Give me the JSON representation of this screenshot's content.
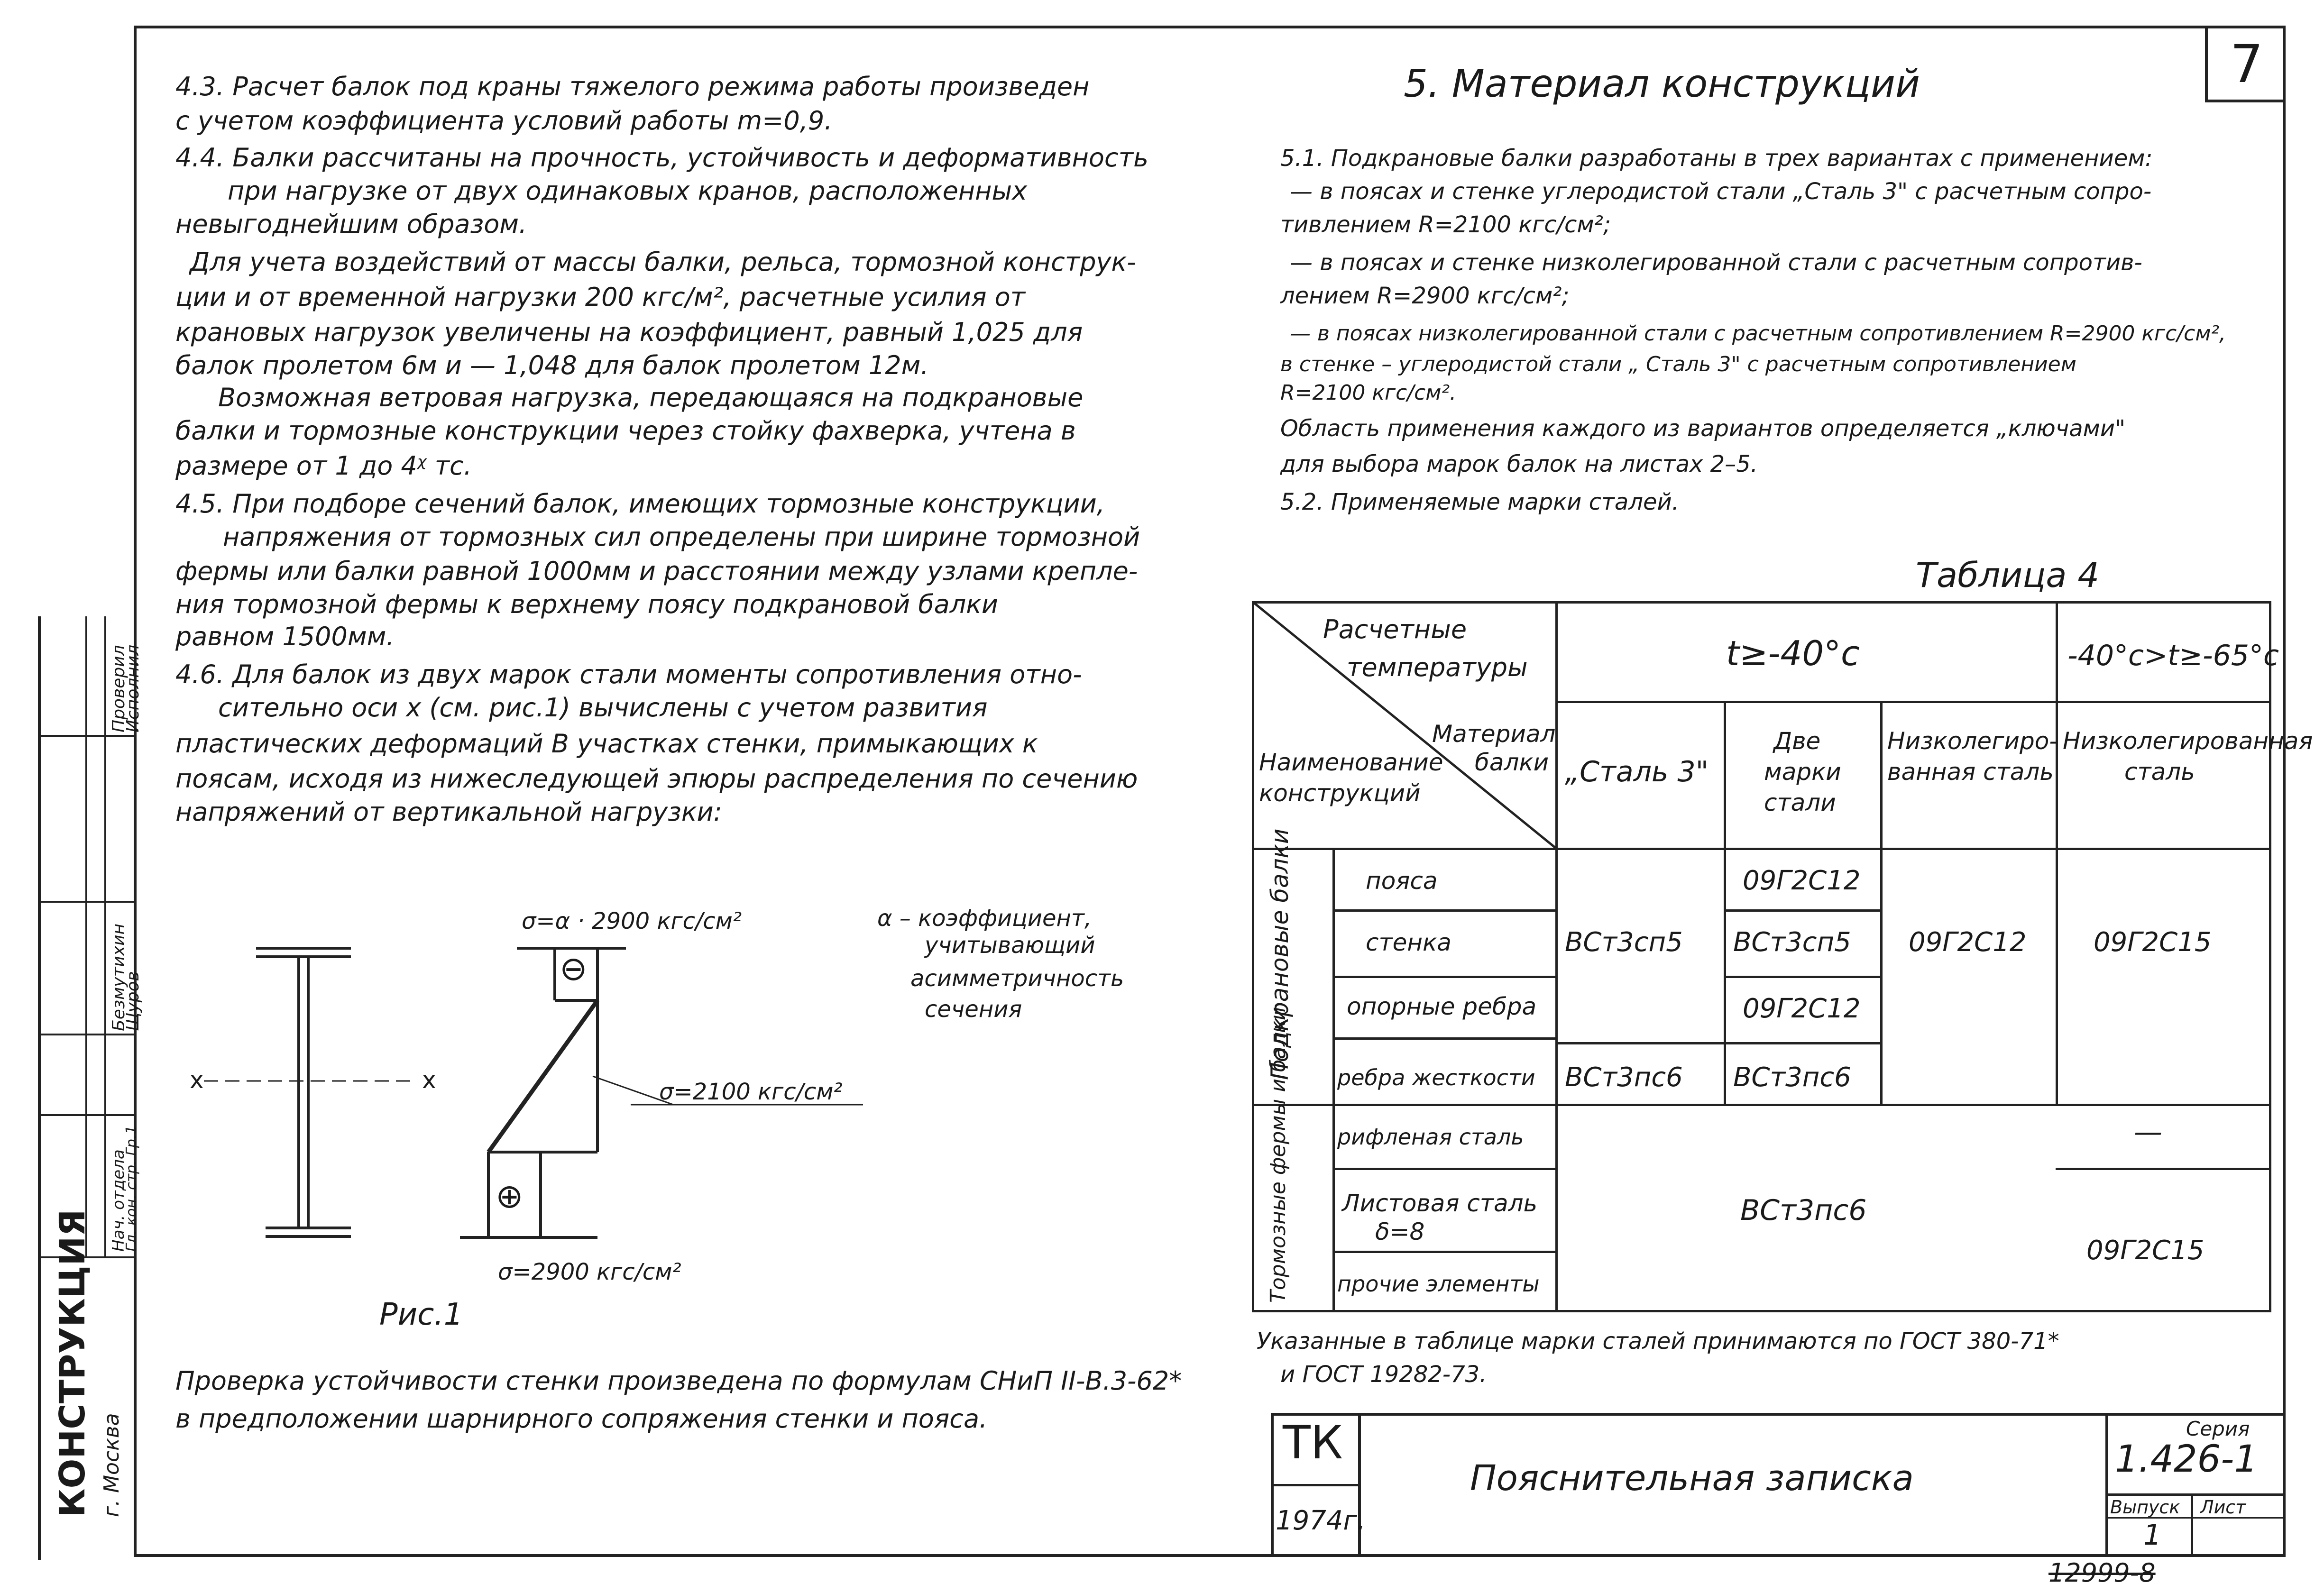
{
  "page_number": "7",
  "left_text": {
    "p43_l1": "4.3. Расчет  балок  под краны  тяжелого режима работы  произведен",
    "p43_l2": "с  учетом     коэффициента      условий  работы  m=0,9.",
    "p44_l1": "4.4. Балки    рассчитаны    на прочность, устойчивость  и деформативность",
    "p44_l2": "при нагрузке    от двух    одинаковых    кранов, расположенных",
    "p44_l3": "невыгоднейшим    образом.",
    "p44_l4": "Для  учета  воздействий   от массы  балки, рельса, тормозной конструк-",
    "p44_l5": "ции  и от  временной          нагрузки    200 кгс/м², расчетные  усилия  от",
    "p44_l6": "крановых    нагрузок     увеличены    на коэффициент,  равный  1,025  для",
    "p44_l7": "балок      пролетом   6м   и  — 1,048  для  балок   пролетом  12м.",
    "p44_l8": "Возможная      ветровая     нагрузка, передающаяся  на подкрановые",
    "p44_l9": "балки  и тормозные      конструкции     через  стойку  фахверка, учтена в",
    "p44_l10": "размере  от 1 до 4ᵡ тс.",
    "p45_l1": "4.5.  При  подборе    сечений   балок,  имеющих  тормозные  конструкции,",
    "p45_l2": "напряжения     от тормозных    сил  определены  при ширине  тормозной",
    "p45_l3": "фермы  или балки  равной  1000мм  и  расстоянии  между  узлами  крепле-",
    "p45_l4": "ния    тормозной      фермы   к верхнему  поясу  подкрановой  балки",
    "p45_l5": "равном  1500мм.",
    "p46_l1": "4.6. Для  балок   из двух   марок   стали   моменты  сопротивления  отно-",
    "p46_l2": "сительно   оси x  (см. рис.1)   вычислены     с учетом  развития",
    "p46_l3": "пластических    деформаций    В участках   стенки, примыкающих  к",
    "p46_l4": "поясам, исходя   из нижеследующей    эпюры  распределения  по сечению",
    "p46_l5": "напряжений      от вертикальной    нагрузки:",
    "check_l1": "Проверка    устойчивости  стенки  произведена  по формулам  СНиП II-В.3-62*",
    "check_l2": "в предположении  шарнирного   сопряжения  стенки  и пояса."
  },
  "figure": {
    "sigma_top": "σ=α · 2900 кгс/см²",
    "sigma_mid": "σ=2100 кгс/см²",
    "sigma_bot": "σ=2900 кгс/см²",
    "minus_sign": "⊖",
    "plus_sign": "⊕",
    "axis_left": "x",
    "axis_right": "x",
    "caption": "Рис.1",
    "alpha_l1": "α – коэффициент,",
    "alpha_l2": "учитывающий",
    "alpha_l3": "асимметричность",
    "alpha_l4": "сечения"
  },
  "right_text": {
    "section_title": "5. Материал      конструкций",
    "p51_l1": "5.1.   Подкрановые  балки  разработаны  в трех вариантах с применением:",
    "p51_l2": "— в поясах   и стенке  углеродистой стали „Сталь 3\" с расчетным сопро-",
    "p51_l3": "тивлением     R=2100 кгс/см²;",
    "p51_l4": "— в поясах  и стенке    низколегированной  стали с расчетным  сопротив-",
    "p51_l5": "лением    R=2900 кгс/см²;",
    "p51_l6": "— в поясах   низколегированной   стали  с расчетным сопротивлением R=2900 кгс/см²,",
    "p51_l7": "в стенке –  углеродистой    стали   „ Сталь 3\"   с расчетным сопротивлением",
    "p51_l8": "R=2100 кгс/см².",
    "p51_l9": "Область     применения      каждого  из вариантов   определяется „ключами\"",
    "p51_l10": "для  выбора   марок   балок   на листах 2–5.",
    "p52": "5.2.  Применяемые    марки сталей.",
    "table_caption": "Таблица 4",
    "note_l1": "Указанные    в таблице     марки   сталей    принимаются  по ГОСТ 380-71*",
    "note_l2": "и ГОСТ 19282-73."
  },
  "table": {
    "hdr_temp_l1": "Расчетные",
    "hdr_temp_l2": "температуры",
    "hdr_t1": "t≥-40°c",
    "hdr_t2": "-40°c>t≥-65°c",
    "hdr_mat_l1": "Материал",
    "hdr_mat_l2": "балки",
    "hdr_name_l1": "Наименование",
    "hdr_name_l2": "конструкций",
    "col_st3": "„Сталь 3\"",
    "col_two_l1": "Две",
    "col_two_l2": "марки",
    "col_two_l3": "стали",
    "col_low_l1": "Низколегиро-",
    "col_low_l2": "ванная сталь",
    "col_low2_l1": "Низколегированная",
    "col_low2_l2": "сталь",
    "grp1": "Подкрановые балки",
    "grp2": "Тормозные фермы и балки",
    "r1_name": "пояса",
    "r2_name": "стенка",
    "r3_name": "опорные ребра",
    "r4_name": "ребра жесткости",
    "r5_name": "рифленая сталь",
    "r6_name_l1": "Листовая  сталь",
    "r6_name_l2": "δ=8",
    "r7_name": "прочие элементы",
    "st3_merged": "ВСт3сп5",
    "st3_r4": "ВСт3пс6",
    "two_r1": "09Г2С12",
    "two_r2": "ВСт3сп5",
    "two_r3": "09Г2С12",
    "two_r4": "ВСт3пс6",
    "low_merged": "09Г2С12",
    "low2_merged": "09Г2С15",
    "brake_merged": "ВСт3пс6",
    "brake_dash": "—",
    "brake_low2": "09Г2С15"
  },
  "title_block": {
    "tk": "ТК",
    "year": "1974г.",
    "title": "Пояснительная  записка",
    "series_label": "Серия",
    "series": "1.426-1",
    "issue_label": "Выпуск",
    "sheet_label": "Лист",
    "issue": "1",
    "sheet": "",
    "bottom_num": "12999-8"
  },
  "stamp": {
    "org": "КОНСТРУКЦИЯ",
    "city": "г. Москва",
    "role1": "Нач. отдела",
    "role1b": "Гл. кон. стр. Гр.1",
    "name1": "Безмутихин",
    "name2": "Щуров",
    "role2": "Проверил",
    "role2b": "Исполнил"
  }
}
